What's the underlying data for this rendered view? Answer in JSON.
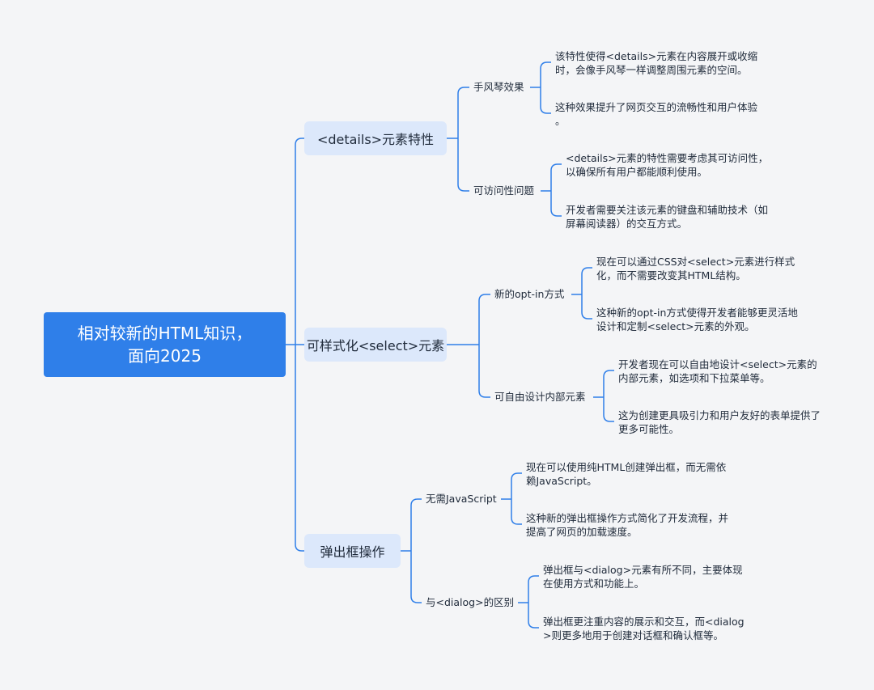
{
  "root": {
    "label": "相对较新的HTML知识，\n面向2025"
  },
  "branches": [
    {
      "label": "<details>元素特性",
      "children": [
        {
          "label": "手风琴效果",
          "leaves": [
            "该特性使得<details>元素在内容展开或收缩\n时，会像手风琴一样调整周围元素的空间。",
            "这种效果提升了网页交互的流畅性和用户体验\n。"
          ]
        },
        {
          "label": "可访问性问题",
          "leaves": [
            "<details>元素的特性需要考虑其可访问性，\n以确保所有用户都能顺利使用。",
            "开发者需要关注该元素的键盘和辅助技术（如\n屏幕阅读器）的交互方式。"
          ]
        }
      ]
    },
    {
      "label": "可样式化<select>元素",
      "children": [
        {
          "label": "新的opt-in方式",
          "leaves": [
            "现在可以通过CSS对<select>元素进行样式\n化，而不需要改变其HTML结构。",
            "这种新的opt-in方式使得开发者能够更灵活地\n设计和定制<select>元素的外观。"
          ]
        },
        {
          "label": "可自由设计内部元素",
          "leaves": [
            "开发者现在可以自由地设计<select>元素的\n内部元素，如选项和下拉菜单等。",
            "这为创建更具吸引力和用户友好的表单提供了\n更多可能性。"
          ]
        }
      ]
    },
    {
      "label": "弹出框操作",
      "children": [
        {
          "label": "无需JavaScript",
          "leaves": [
            "现在可以使用纯HTML创建弹出框，而无需依\n赖JavaScript。",
            "这种新的弹出框操作方式简化了开发流程，并\n提高了网页的加载速度。"
          ]
        },
        {
          "label": "与<dialog>的区别",
          "leaves": [
            "弹出框与<dialog>元素有所不同，主要体现\n在使用方式和功能上。",
            "弹出框更注重内容的展示和交互，而<dialog\n>则更多地用于创建对话框和确认框等。"
          ]
        }
      ]
    }
  ],
  "colors": {
    "root_fill": "#2f7fe9",
    "branch_fill": "#dce8fb",
    "connector": "#2f7fe9",
    "background": "#f4f5f7"
  }
}
